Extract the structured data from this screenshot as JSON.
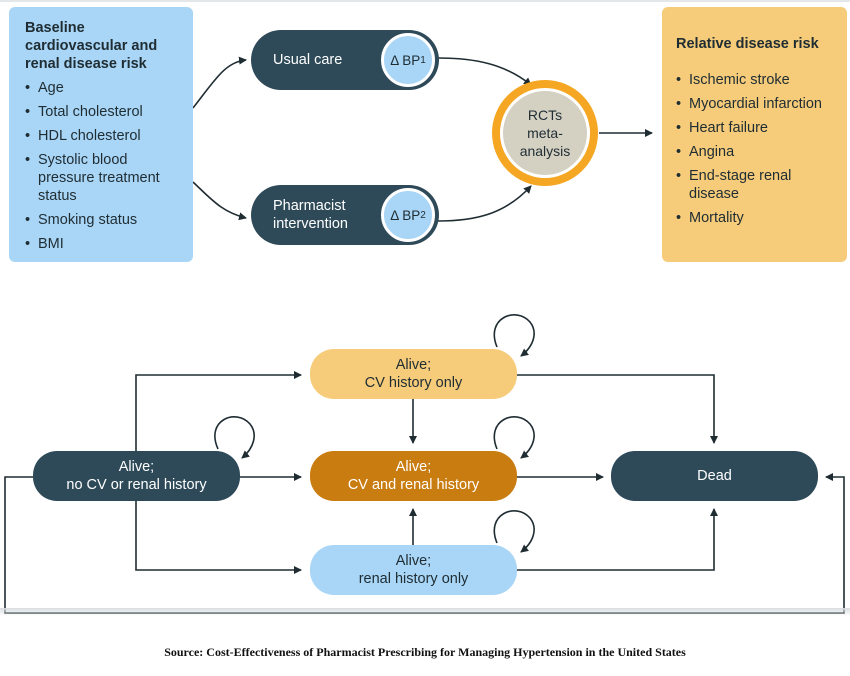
{
  "baseline": {
    "title": "Baseline cardiovascular and renal disease risk",
    "items": [
      "Age",
      "Total cholesterol",
      "HDL cholesterol",
      "Systolic blood pressure treatment status",
      "Smoking status",
      "BMI"
    ]
  },
  "arms": {
    "usual_care": {
      "label": "Usual care",
      "delta": "Δ BP",
      "sub": "1"
    },
    "pharmacist": {
      "label": "Pharmacist intervention",
      "delta": "Δ BP",
      "sub": "2"
    }
  },
  "rct": {
    "line1": "RCTs",
    "line2": "meta-",
    "line3": "analysis"
  },
  "risk": {
    "title": "Relative disease risk",
    "items": [
      "Ischemic stroke",
      "Myocardial infarction",
      "Heart failure",
      "Angina",
      "End-stage renal disease",
      "Mortality"
    ]
  },
  "states": {
    "none": {
      "line1": "Alive;",
      "line2": "no CV or renal history"
    },
    "cv": {
      "line1": "Alive;",
      "line2": "CV history only"
    },
    "both": {
      "line1": "Alive;",
      "line2": "CV and renal history"
    },
    "renal": {
      "line1": "Alive;",
      "line2": "renal history only"
    },
    "dead": {
      "line1": "Dead"
    }
  },
  "source": "Source: Cost-Effectiveness of Pharmacist Prescribing for Managing Hypertension in the United States",
  "colors": {
    "dark": "#2e4a58",
    "light_blue": "#a9d6f7",
    "light_orange": "#f6cb79",
    "dark_orange": "#c97c10",
    "ring_orange": "#f5a623",
    "rct_gray": "#d4d1c3"
  }
}
